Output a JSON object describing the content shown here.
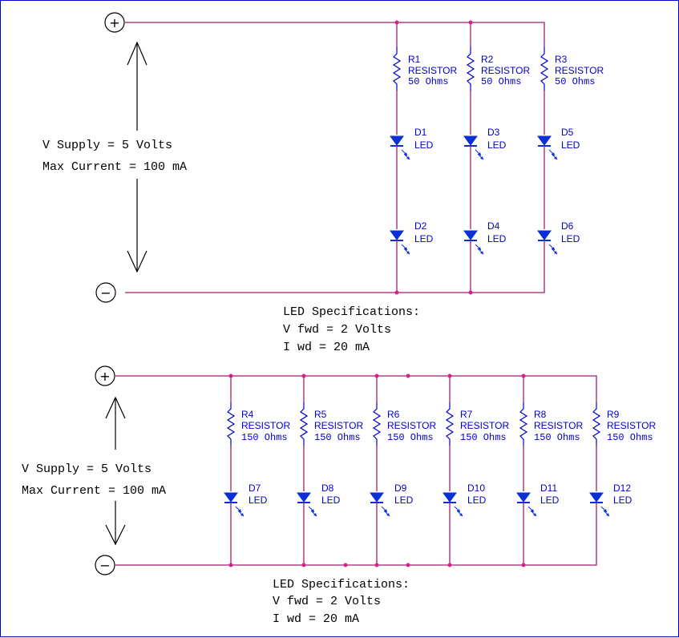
{
  "colors": {
    "wire": "#a0206a",
    "node": "#d8208a",
    "component": "#0a2fd6",
    "label": "#0000cc",
    "frame": "#0000cc"
  },
  "top": {
    "supply": [
      "V Supply = 5 Volts",
      "Max Current = 100 mA"
    ],
    "terminals": {
      "positive": "+",
      "negative": "−"
    },
    "resistors": [
      {
        "ref": "R1",
        "type": "RESISTOR",
        "value": "50 Ohms"
      },
      {
        "ref": "R2",
        "type": "RESISTOR",
        "value": "50 Ohms"
      },
      {
        "ref": "R3",
        "type": "RESISTOR",
        "value": "50 Ohms"
      }
    ],
    "leds": [
      {
        "ref": "D1",
        "type": "LED"
      },
      {
        "ref": "D2",
        "type": "LED"
      },
      {
        "ref": "D3",
        "type": "LED"
      },
      {
        "ref": "D4",
        "type": "LED"
      },
      {
        "ref": "D5",
        "type": "LED"
      },
      {
        "ref": "D6",
        "type": "LED"
      }
    ],
    "specs": [
      "LED Specifications:",
      "V fwd = 2 Volts",
      "I wd = 20 mA"
    ]
  },
  "bottom": {
    "supply": [
      "V Supply = 5 Volts",
      "Max Current = 100 mA"
    ],
    "terminals": {
      "positive": "+",
      "negative": "−"
    },
    "resistors": [
      {
        "ref": "R4",
        "type": "RESISTOR",
        "value": "150 Ohms"
      },
      {
        "ref": "R5",
        "type": "RESISTOR",
        "value": "150 Ohms"
      },
      {
        "ref": "R6",
        "type": "RESISTOR",
        "value": "150 Ohms"
      },
      {
        "ref": "R7",
        "type": "RESISTOR",
        "value": "150 Ohms"
      },
      {
        "ref": "R8",
        "type": "RESISTOR",
        "value": "150 Ohms"
      },
      {
        "ref": "R9",
        "type": "RESISTOR",
        "value": "150 Ohms"
      }
    ],
    "leds": [
      {
        "ref": "D7",
        "type": "LED"
      },
      {
        "ref": "D8",
        "type": "LED"
      },
      {
        "ref": "D9",
        "type": "LED"
      },
      {
        "ref": "D10",
        "type": "LED"
      },
      {
        "ref": "D11",
        "type": "LED"
      },
      {
        "ref": "D12",
        "type": "LED"
      }
    ],
    "specs": [
      "LED Specifications:",
      "V fwd = 2 Volts",
      "I wd = 20 mA"
    ]
  }
}
